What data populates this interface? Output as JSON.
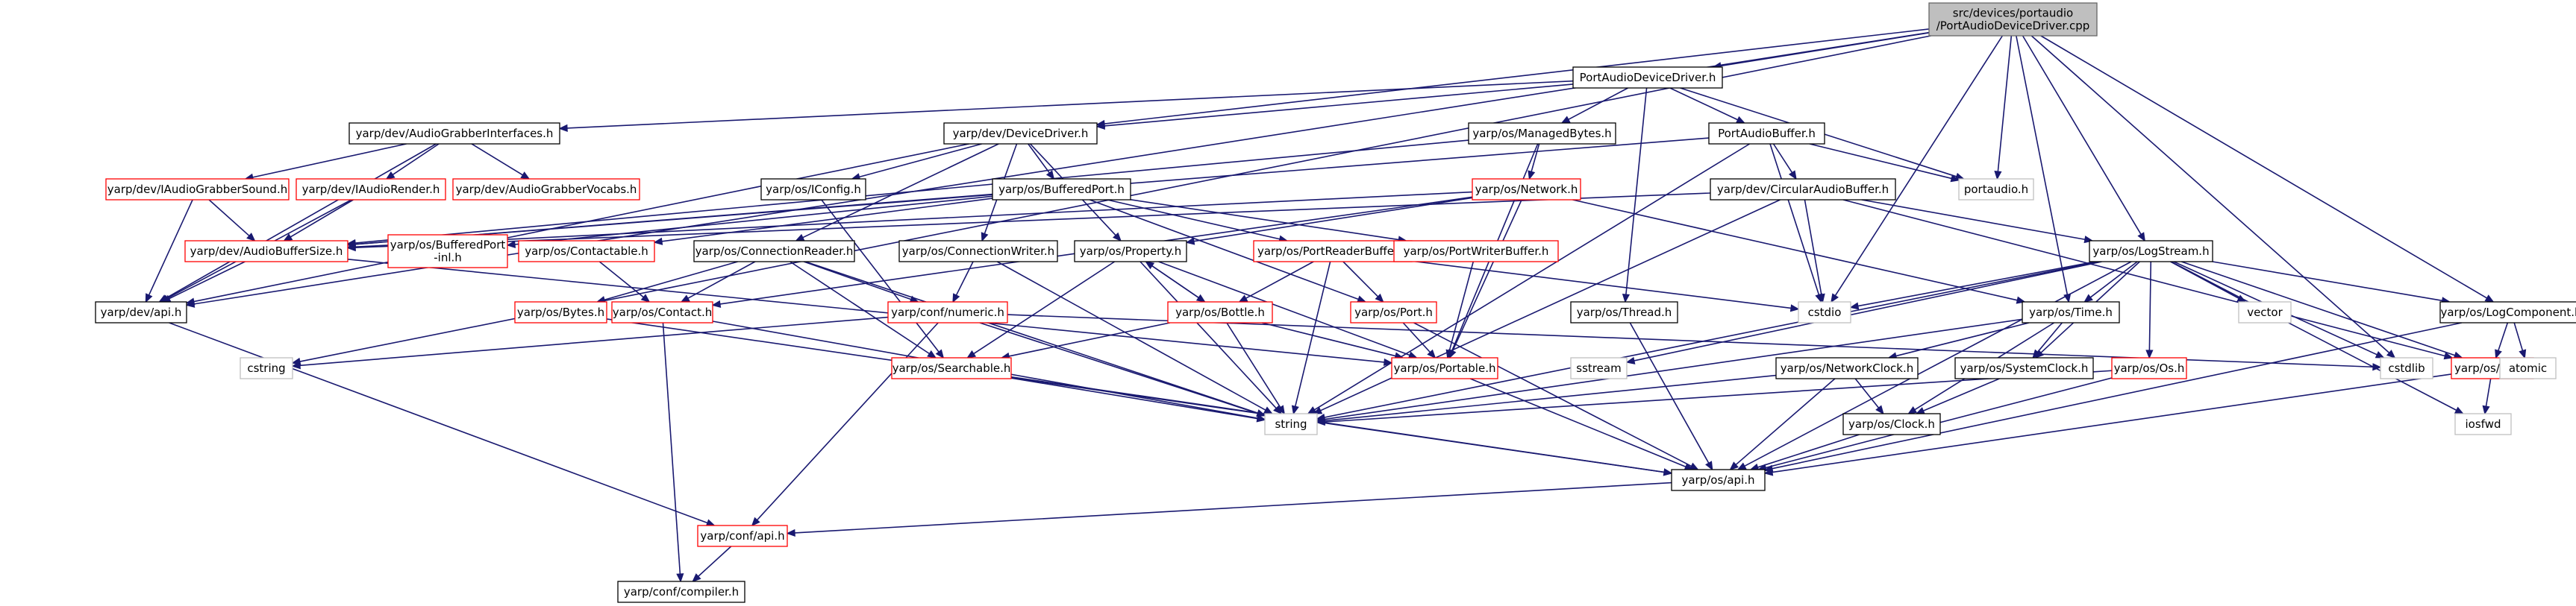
{
  "colors": {
    "edge": "#191970",
    "border_root": "#666666",
    "fill_root": "#bfbfbf",
    "border_doc": "#000000",
    "border_trunc": "#ff0000",
    "border_sys": "#bfbfbf",
    "fill": "#ffffff"
  },
  "nodes": [
    {
      "id": "root",
      "label": "src/devices/portaudio\n/PortAudioDeviceDriver.cpp",
      "kind": "root"
    },
    {
      "id": "padd_h",
      "label": "PortAudioDeviceDriver.h",
      "kind": "doc"
    },
    {
      "id": "agi_h",
      "label": "yarp/dev/AudioGrabberInterfaces.h",
      "kind": "doc"
    },
    {
      "id": "dd_h",
      "label": "yarp/dev/DeviceDriver.h",
      "kind": "doc"
    },
    {
      "id": "mb_h",
      "label": "yarp/os/ManagedBytes.h",
      "kind": "doc"
    },
    {
      "id": "pab_h",
      "label": "PortAudioBuffer.h",
      "kind": "doc"
    },
    {
      "id": "portaudio_h",
      "label": "portaudio.h",
      "kind": "sys"
    },
    {
      "id": "iags_h",
      "label": "yarp/dev/IAudioGrabberSound.h",
      "kind": "trunc"
    },
    {
      "id": "iar_h",
      "label": "yarp/dev/IAudioRender.h",
      "kind": "trunc"
    },
    {
      "id": "agv_h",
      "label": "yarp/dev/AudioGrabberVocabs.h",
      "kind": "trunc"
    },
    {
      "id": "iconfig_h",
      "label": "yarp/os/IConfig.h",
      "kind": "doc"
    },
    {
      "id": "bp_h",
      "label": "yarp/os/BufferedPort.h",
      "kind": "doc"
    },
    {
      "id": "net_h",
      "label": "yarp/os/Network.h",
      "kind": "trunc"
    },
    {
      "id": "cab_h",
      "label": "yarp/dev/CircularAudioBuffer.h",
      "kind": "doc"
    },
    {
      "id": "abs_h",
      "label": "yarp/dev/AudioBufferSize.h",
      "kind": "trunc"
    },
    {
      "id": "bpinl_h",
      "label": "yarp/os/BufferedPort\n-inl.h",
      "kind": "trunc"
    },
    {
      "id": "contactable_h",
      "label": "yarp/os/Contactable.h",
      "kind": "trunc"
    },
    {
      "id": "cr_h",
      "label": "yarp/os/ConnectionReader.h",
      "kind": "doc"
    },
    {
      "id": "cw_h",
      "label": "yarp/os/ConnectionWriter.h",
      "kind": "doc"
    },
    {
      "id": "prop_h",
      "label": "yarp/os/Property.h",
      "kind": "doc"
    },
    {
      "id": "prb_h",
      "label": "yarp/os/PortReaderBuffer.h",
      "kind": "trunc"
    },
    {
      "id": "pwb_h",
      "label": "yarp/os/PortWriterBuffer.h",
      "kind": "trunc"
    },
    {
      "id": "logstream_h",
      "label": "yarp/os/LogStream.h",
      "kind": "doc"
    },
    {
      "id": "devapi_h",
      "label": "yarp/dev/api.h",
      "kind": "doc"
    },
    {
      "id": "bytes_h",
      "label": "yarp/os/Bytes.h",
      "kind": "trunc"
    },
    {
      "id": "contact_h",
      "label": "yarp/os/Contact.h",
      "kind": "trunc"
    },
    {
      "id": "numeric_h",
      "label": "yarp/conf/numeric.h",
      "kind": "trunc"
    },
    {
      "id": "bottle_h",
      "label": "yarp/os/Bottle.h",
      "kind": "trunc"
    },
    {
      "id": "port_h",
      "label": "yarp/os/Port.h",
      "kind": "trunc"
    },
    {
      "id": "thread_h",
      "label": "yarp/os/Thread.h",
      "kind": "doc"
    },
    {
      "id": "cstdio",
      "label": "cstdio",
      "kind": "sys"
    },
    {
      "id": "time_h",
      "label": "yarp/os/Time.h",
      "kind": "doc"
    },
    {
      "id": "vector",
      "label": "vector",
      "kind": "sys"
    },
    {
      "id": "logcomp_h",
      "label": "yarp/os/LogComponent.h",
      "kind": "doc"
    },
    {
      "id": "cstring",
      "label": "cstring",
      "kind": "sys"
    },
    {
      "id": "searchable_h",
      "label": "yarp/os/Searchable.h",
      "kind": "trunc"
    },
    {
      "id": "portable_h",
      "label": "yarp/os/Portable.h",
      "kind": "trunc"
    },
    {
      "id": "sstream",
      "label": "sstream",
      "kind": "sys"
    },
    {
      "id": "netclock_h",
      "label": "yarp/os/NetworkClock.h",
      "kind": "doc"
    },
    {
      "id": "sysclock_h",
      "label": "yarp/os/SystemClock.h",
      "kind": "doc"
    },
    {
      "id": "os_h",
      "label": "yarp/os/Os.h",
      "kind": "trunc"
    },
    {
      "id": "cstdlib",
      "label": "cstdlib",
      "kind": "sys"
    },
    {
      "id": "log_h",
      "label": "yarp/os/Log.h",
      "kind": "trunc"
    },
    {
      "id": "atomic",
      "label": "atomic",
      "kind": "sys"
    },
    {
      "id": "string",
      "label": "string",
      "kind": "sys"
    },
    {
      "id": "clock_h",
      "label": "yarp/os/Clock.h",
      "kind": "doc"
    },
    {
      "id": "iosfwd",
      "label": "iosfwd",
      "kind": "sys"
    },
    {
      "id": "osapi_h",
      "label": "yarp/os/api.h",
      "kind": "doc"
    },
    {
      "id": "confapi_h",
      "label": "yarp/conf/api.h",
      "kind": "trunc"
    },
    {
      "id": "compiler_h",
      "label": "yarp/conf/compiler.h",
      "kind": "doc"
    }
  ],
  "edges": [
    [
      "root",
      "padd_h"
    ],
    [
      "root",
      "dd_h"
    ],
    [
      "root",
      "portaudio_h"
    ],
    [
      "root",
      "devapi_h"
    ],
    [
      "root",
      "cstring"
    ],
    [
      "root",
      "cstdio"
    ],
    [
      "root",
      "time_h"
    ],
    [
      "root",
      "logstream_h"
    ],
    [
      "root",
      "cstdlib"
    ],
    [
      "root",
      "logcomp_h"
    ],
    [
      "padd_h",
      "agi_h"
    ],
    [
      "padd_h",
      "dd_h"
    ],
    [
      "padd_h",
      "mb_h"
    ],
    [
      "padd_h",
      "pab_h"
    ],
    [
      "padd_h",
      "portaudio_h"
    ],
    [
      "padd_h",
      "thread_h"
    ],
    [
      "agi_h",
      "iags_h"
    ],
    [
      "agi_h",
      "iar_h"
    ],
    [
      "agi_h",
      "agv_h"
    ],
    [
      "agi_h",
      "devapi_h"
    ],
    [
      "dd_h",
      "devapi_h"
    ],
    [
      "dd_h",
      "iconfig_h"
    ],
    [
      "dd_h",
      "bp_h"
    ],
    [
      "dd_h",
      "prop_h"
    ],
    [
      "dd_h",
      "cr_h"
    ],
    [
      "dd_h",
      "cw_h"
    ],
    [
      "mb_h",
      "net_h"
    ],
    [
      "mb_h",
      "abs_h"
    ],
    [
      "mb_h",
      "portable_h"
    ],
    [
      "pab_h",
      "portaudio_h"
    ],
    [
      "pab_h",
      "cab_h"
    ],
    [
      "pab_h",
      "cstdio"
    ],
    [
      "pab_h",
      "abs_h"
    ],
    [
      "pab_h",
      "string"
    ],
    [
      "iags_h",
      "abs_h"
    ],
    [
      "iags_h",
      "devapi_h"
    ],
    [
      "iar_h",
      "abs_h"
    ],
    [
      "iar_h",
      "devapi_h"
    ],
    [
      "iconfig_h",
      "searchable_h"
    ],
    [
      "bp_h",
      "bpinl_h"
    ],
    [
      "bp_h",
      "contactable_h"
    ],
    [
      "bp_h",
      "prb_h"
    ],
    [
      "bp_h",
      "pwb_h"
    ],
    [
      "bp_h",
      "port_h"
    ],
    [
      "bp_h",
      "abs_h"
    ],
    [
      "net_h",
      "contact_h"
    ],
    [
      "net_h",
      "portable_h"
    ],
    [
      "net_h",
      "prop_h"
    ],
    [
      "net_h",
      "time_h"
    ],
    [
      "net_h",
      "abs_h"
    ],
    [
      "cab_h",
      "abs_h"
    ],
    [
      "cab_h",
      "logstream_h"
    ],
    [
      "cab_h",
      "cstdio"
    ],
    [
      "cab_h",
      "string"
    ],
    [
      "cab_h",
      "log_h"
    ],
    [
      "abs_h",
      "devapi_h"
    ],
    [
      "abs_h",
      "portable_h"
    ],
    [
      "contactable_h",
      "contact_h"
    ],
    [
      "cr_h",
      "bytes_h"
    ],
    [
      "cr_h",
      "contact_h"
    ],
    [
      "cr_h",
      "numeric_h"
    ],
    [
      "cr_h",
      "searchable_h"
    ],
    [
      "cr_h",
      "string"
    ],
    [
      "cw_h",
      "numeric_h"
    ],
    [
      "cw_h",
      "string"
    ],
    [
      "prop_h",
      "bottle_h"
    ],
    [
      "prop_h",
      "searchable_h"
    ],
    [
      "prop_h",
      "portable_h"
    ],
    [
      "prop_h",
      "string"
    ],
    [
      "prb_h",
      "bottle_h"
    ],
    [
      "prb_h",
      "port_h"
    ],
    [
      "prb_h",
      "cstdio"
    ],
    [
      "prb_h",
      "string"
    ],
    [
      "pwb_h",
      "portable_h"
    ],
    [
      "logstream_h",
      "cstdio"
    ],
    [
      "logstream_h",
      "time_h"
    ],
    [
      "logstream_h",
      "vector"
    ],
    [
      "logstream_h",
      "logcomp_h"
    ],
    [
      "logstream_h",
      "sstream"
    ],
    [
      "logstream_h",
      "string"
    ],
    [
      "logstream_h",
      "sysclock_h"
    ],
    [
      "logstream_h",
      "os_h"
    ],
    [
      "logstream_h",
      "cstdlib"
    ],
    [
      "logstream_h",
      "log_h"
    ],
    [
      "logstream_h",
      "iosfwd"
    ],
    [
      "logstream_h",
      "osapi_h"
    ],
    [
      "devapi_h",
      "confapi_h"
    ],
    [
      "bytes_h",
      "osapi_h"
    ],
    [
      "contact_h",
      "string"
    ],
    [
      "contact_h",
      "compiler_h"
    ],
    [
      "numeric_h",
      "cstring"
    ],
    [
      "numeric_h",
      "string"
    ],
    [
      "numeric_h",
      "confapi_h"
    ],
    [
      "numeric_h",
      "cstdlib"
    ],
    [
      "bottle_h",
      "prop_h"
    ],
    [
      "bottle_h",
      "searchable_h"
    ],
    [
      "bottle_h",
      "portable_h"
    ],
    [
      "bottle_h",
      "string"
    ],
    [
      "port_h",
      "portable_h"
    ],
    [
      "port_h",
      "osapi_h"
    ],
    [
      "thread_h",
      "osapi_h"
    ],
    [
      "time_h",
      "netclock_h"
    ],
    [
      "time_h",
      "sysclock_h"
    ],
    [
      "time_h",
      "clock_h"
    ],
    [
      "time_h",
      "string"
    ],
    [
      "logcomp_h",
      "log_h"
    ],
    [
      "logcomp_h",
      "atomic"
    ],
    [
      "logcomp_h",
      "osapi_h"
    ],
    [
      "searchable_h",
      "string"
    ],
    [
      "searchable_h",
      "osapi_h"
    ],
    [
      "portable_h",
      "osapi_h"
    ],
    [
      "netclock_h",
      "clock_h"
    ],
    [
      "netclock_h",
      "string"
    ],
    [
      "netclock_h",
      "osapi_h"
    ],
    [
      "sysclock_h",
      "clock_h"
    ],
    [
      "os_h",
      "string"
    ],
    [
      "os_h",
      "osapi_h"
    ],
    [
      "log_h",
      "iosfwd"
    ],
    [
      "log_h",
      "osapi_h"
    ],
    [
      "clock_h",
      "osapi_h"
    ],
    [
      "osapi_h",
      "confapi_h"
    ],
    [
      "confapi_h",
      "compiler_h"
    ]
  ]
}
